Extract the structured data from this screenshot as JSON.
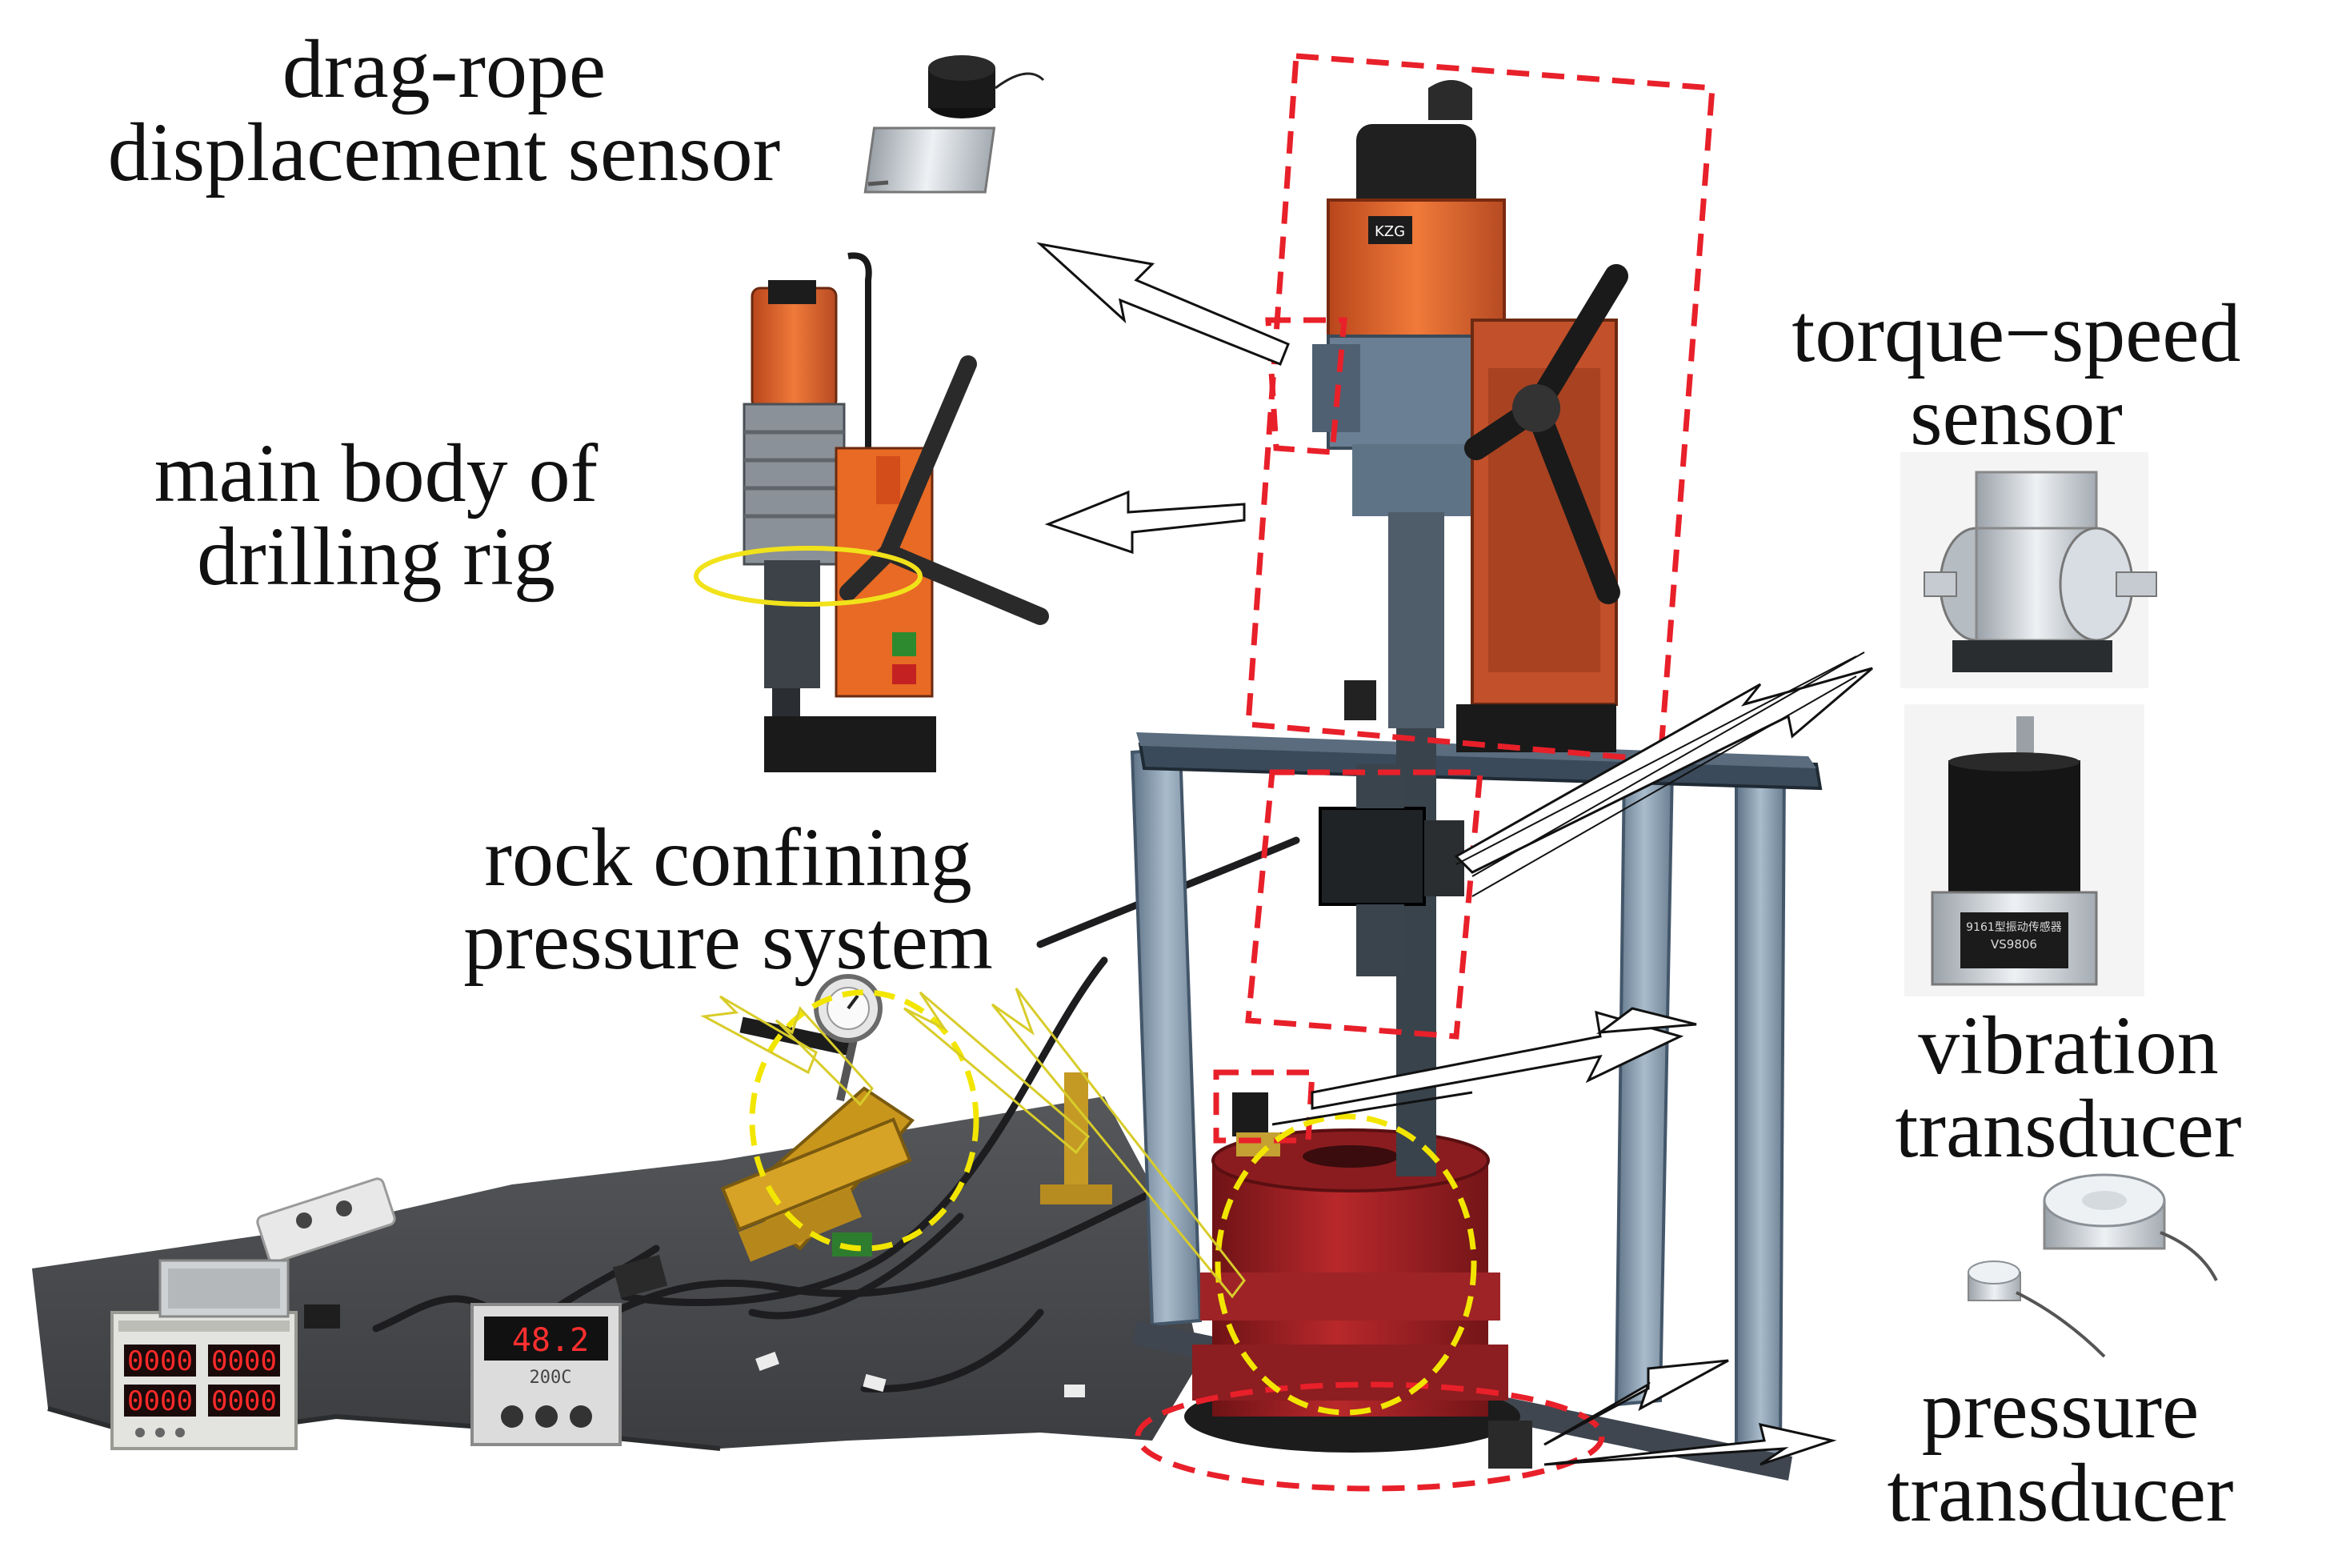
{
  "labels": {
    "drag_rope": [
      "drag-rope",
      "displacement sensor"
    ],
    "main_body": [
      "main body of",
      "drilling rig"
    ],
    "torque_speed": [
      "torque−speed",
      "sensor"
    ],
    "rock_confining": [
      "rock confining",
      "pressure system"
    ],
    "vibration": [
      "vibration",
      "transducer"
    ],
    "pressure": [
      "pressure",
      "transducer"
    ]
  },
  "device_text": {
    "vibration_plate_line1": "9161型振动传感器",
    "vibration_model": "VS9806",
    "controller_display": "48.2",
    "controller_display2": "200C",
    "rig_logo": "KZG"
  },
  "colors": {
    "highlight_red": "#e8202a",
    "highlight_yellow": "#f2e600",
    "arrow_yellow": "#d8cc2a",
    "rig_orange": "#e8612a",
    "cylinder_red": "#a61e22",
    "frame_steel": "#7f93a8"
  }
}
